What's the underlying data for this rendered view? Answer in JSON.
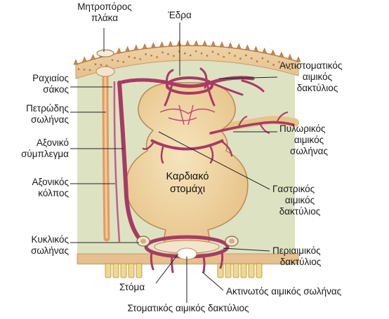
{
  "labels": {
    "madreporite": [
      "Μητροπόρος",
      "πλάκα"
    ],
    "seat": "Έδρα",
    "aboral_ring": [
      "Αντιστοματικός",
      "αιμικός",
      "δακτύλιος"
    ],
    "spinal_sac": [
      "Ραχιαίος",
      "σάκος"
    ],
    "stone_canal": [
      "Πετρώδης",
      "σωλήνας"
    ],
    "axial_complex": [
      "Αξονικό",
      "σύμπλεγμα"
    ],
    "pyloric_vessel": [
      "Πυλωρικός",
      "αιμικός",
      "σωλήνας"
    ],
    "axial_sinus": [
      "Αξονικός",
      "κόλπος"
    ],
    "cardiac_stomach": [
      "Καρδιακό",
      "στομάχι"
    ],
    "gastric_ring": [
      "Γαστρικός",
      "αιμικός",
      "δακτύλιος"
    ],
    "ring_canal": [
      "Κυκλικός",
      "σωλήνας"
    ],
    "perihemal_ring": [
      "Περιαιμικός",
      "δακτύλιος"
    ],
    "mouth": "Στόμα",
    "radial_vessel": "Ακτινωτός αιμικός σωλήνας",
    "oral_ring": "Στοματικός αιμικός δακτύλιος"
  },
  "colors": {
    "body_wall": "#e9e0b8",
    "aboral_skin": "#e8b582",
    "spines": "#c98a50",
    "coelom": "#dfe3c4",
    "stomach": "#f1d9a6",
    "vessel": "#a83a64",
    "stone_canal": "#e39b63",
    "leader": "#222222"
  }
}
